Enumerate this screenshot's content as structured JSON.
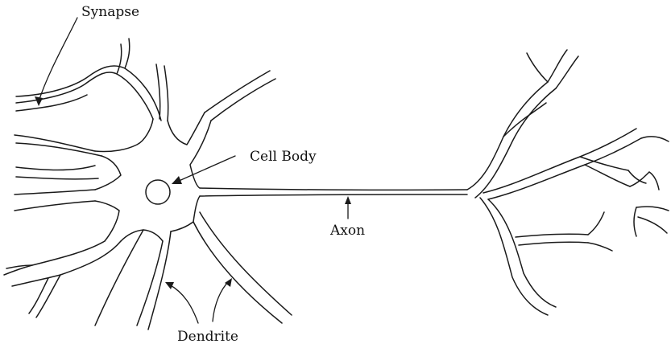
{
  "labels": {
    "synapse": "Synapse",
    "cell_body": "Cell Body",
    "axon": "Axon",
    "dendrite": "Dendrite"
  }
}
